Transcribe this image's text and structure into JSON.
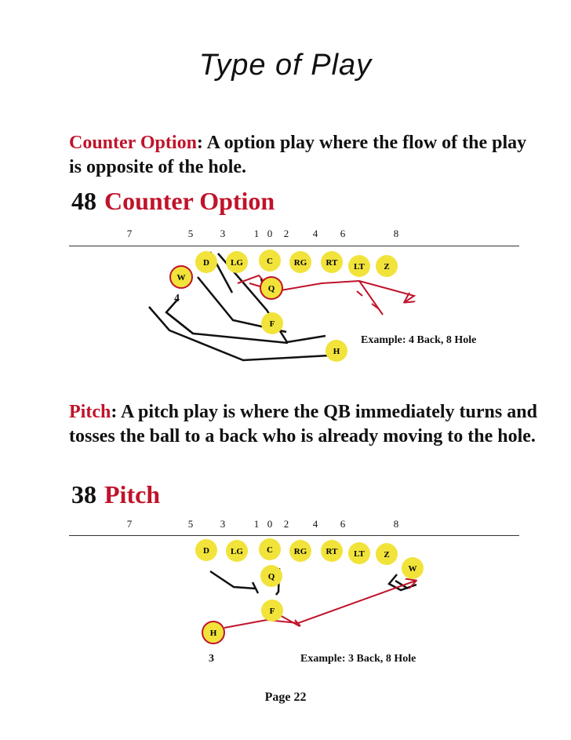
{
  "page_title": "Type of Play",
  "sections": [
    {
      "term": "Counter Option",
      "definition": ":  A option play where the flow of the play is opposite of the hole.",
      "play_number": "48",
      "play_name": "Counter Option",
      "holes": [
        "7",
        "5",
        "3",
        "1",
        "0",
        "2",
        "4",
        "6",
        "8"
      ],
      "players": {
        "D": "D",
        "LG": "LG",
        "C": "C",
        "RG": "RG",
        "RT": "RT",
        "LT": "LT",
        "Z": "Z",
        "W": "W",
        "Q": "Q",
        "F": "F",
        "H": "H"
      },
      "back_number": "4",
      "example": "Example: 4 Back, 8  Hole"
    },
    {
      "term": "Pitch",
      "definition": ":  A pitch play is where the QB immediately turns and tosses the ball to a back who is already moving to the hole.",
      "play_number": "38",
      "play_name": "Pitch",
      "holes": [
        "7",
        "5",
        "3",
        "1",
        "0",
        "2",
        "4",
        "6",
        "8"
      ],
      "players": {
        "D": "D",
        "LG": "LG",
        "C": "C",
        "RG": "RG",
        "RT": "RT",
        "LT": "LT",
        "Z": "Z",
        "W": "W",
        "Q": "Q",
        "F": "F",
        "H": "H"
      },
      "back_number": "3",
      "example": "Example: 3 Back, 8  Hole"
    }
  ],
  "footer": "Page  22",
  "colors": {
    "accent_red": "#c0132a",
    "player_fill": "#f1e33a",
    "player_ring": "#c0132a",
    "blocking_line": "#111111"
  }
}
